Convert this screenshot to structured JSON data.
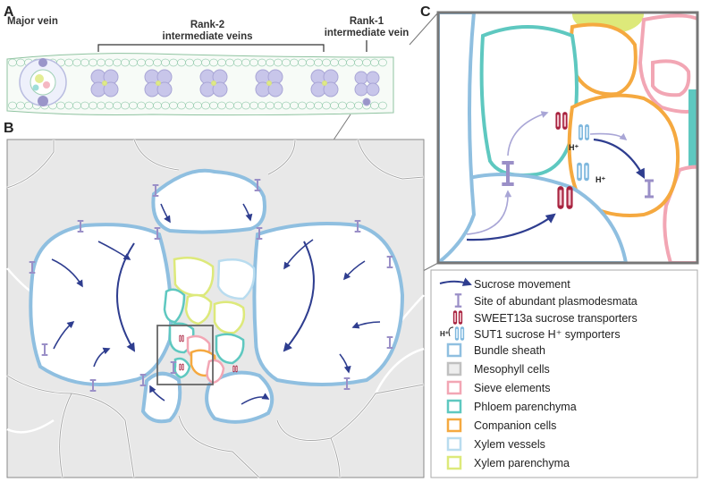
{
  "panels": {
    "a": "A",
    "b": "B",
    "c": "C"
  },
  "cross_section": {
    "major_vein": "Major vein",
    "rank2_line1": "Rank-2",
    "rank2_line2": "intermediate veins",
    "rank1_line1": "Rank-1",
    "rank1_line2": "intermediate vein"
  },
  "legend": {
    "sucrose_movement": "Sucrose movement",
    "plasmodesmata": "Site of abundant plasmodesmata",
    "sweet": "SWEET13a sucrose transporters",
    "sut1": "SUT1 sucrose H⁺ symporters",
    "bundle_sheath": "Bundle sheath",
    "mesophyll": "Mesophyll cells",
    "sieve": "Sieve elements",
    "phloem_par": "Phloem parenchyma",
    "companion": "Companion cells",
    "xylem_vessels": "Xylem vessels",
    "xylem_par": "Xylem parenchyma"
  },
  "proton_label": "H⁺",
  "colors": {
    "bundle_sheath": "#8fbfe0",
    "mesophyll": "#c8c8c8",
    "sieve": "#f2a6b4",
    "phloem_parenchyma": "#5ec8c0",
    "companion": "#f5a940",
    "xylem_vessels": "#b9dcef",
    "xylem_parenchyma": "#dde97a",
    "arrow": "#2e3d8f",
    "sweet": "#a8233f",
    "plasmodesmata": "#9a8fc7"
  }
}
